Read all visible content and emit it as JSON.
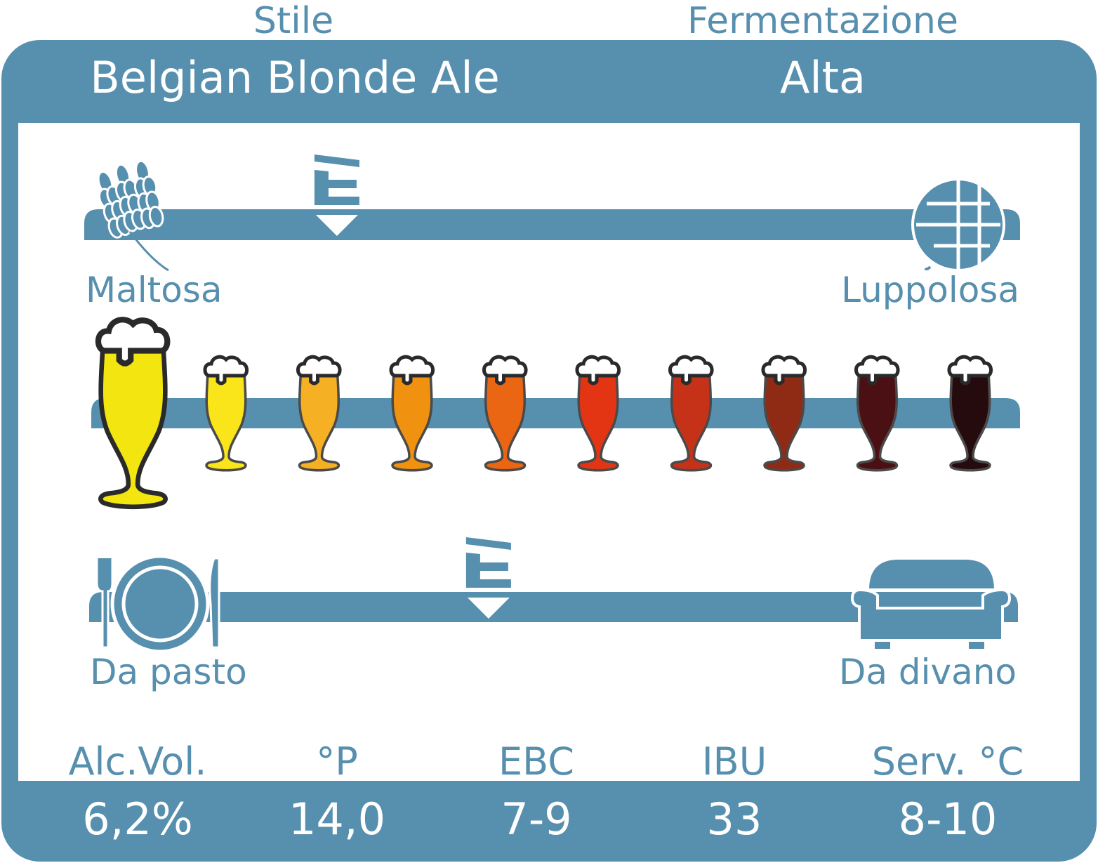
{
  "header": {
    "style_label": "Stile",
    "style_value": "Belgian Blonde Ale",
    "fermentation_label": "Fermentazione",
    "fermentation_value": "Alta"
  },
  "taste_scale": {
    "left_label": "Maltosa",
    "right_label": "Luppolosa",
    "value": 0.27
  },
  "color_scale": {
    "selected_index": 0,
    "glasses": [
      "#f2e510",
      "#f9e51a",
      "#f6b024",
      "#f0920f",
      "#eb6612",
      "#e33514",
      "#c63218",
      "#8f2a15",
      "#4a1013",
      "#250b0d"
    ]
  },
  "use_scale": {
    "left_label": "Da pasto",
    "right_label": "Da divano",
    "value": 0.43
  },
  "stats": [
    {
      "label": "Alc.Vol.",
      "value": "6,2%"
    },
    {
      "label": "°P",
      "value": "14,0"
    },
    {
      "label": "EBC",
      "value": "7-9"
    },
    {
      "label": "IBU",
      "value": "33"
    },
    {
      "label": "Serv. °C",
      "value": "8-10"
    }
  ],
  "colors": {
    "brand": "#578fae",
    "outline": "#2a2a2a"
  }
}
